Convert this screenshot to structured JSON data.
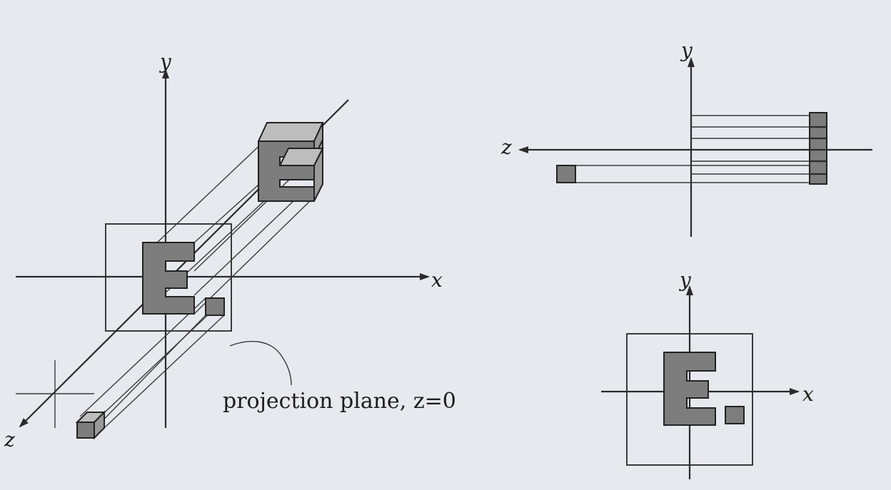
{
  "labels": {
    "x": "x",
    "y": "y",
    "z": "z"
  },
  "caption": "projection plane, z=0",
  "colors": {
    "background": "#e6e9ee",
    "fill_dark": "#7d7d7d",
    "fill_light": "#bdbdbd",
    "line": "#2a2a2a"
  }
}
